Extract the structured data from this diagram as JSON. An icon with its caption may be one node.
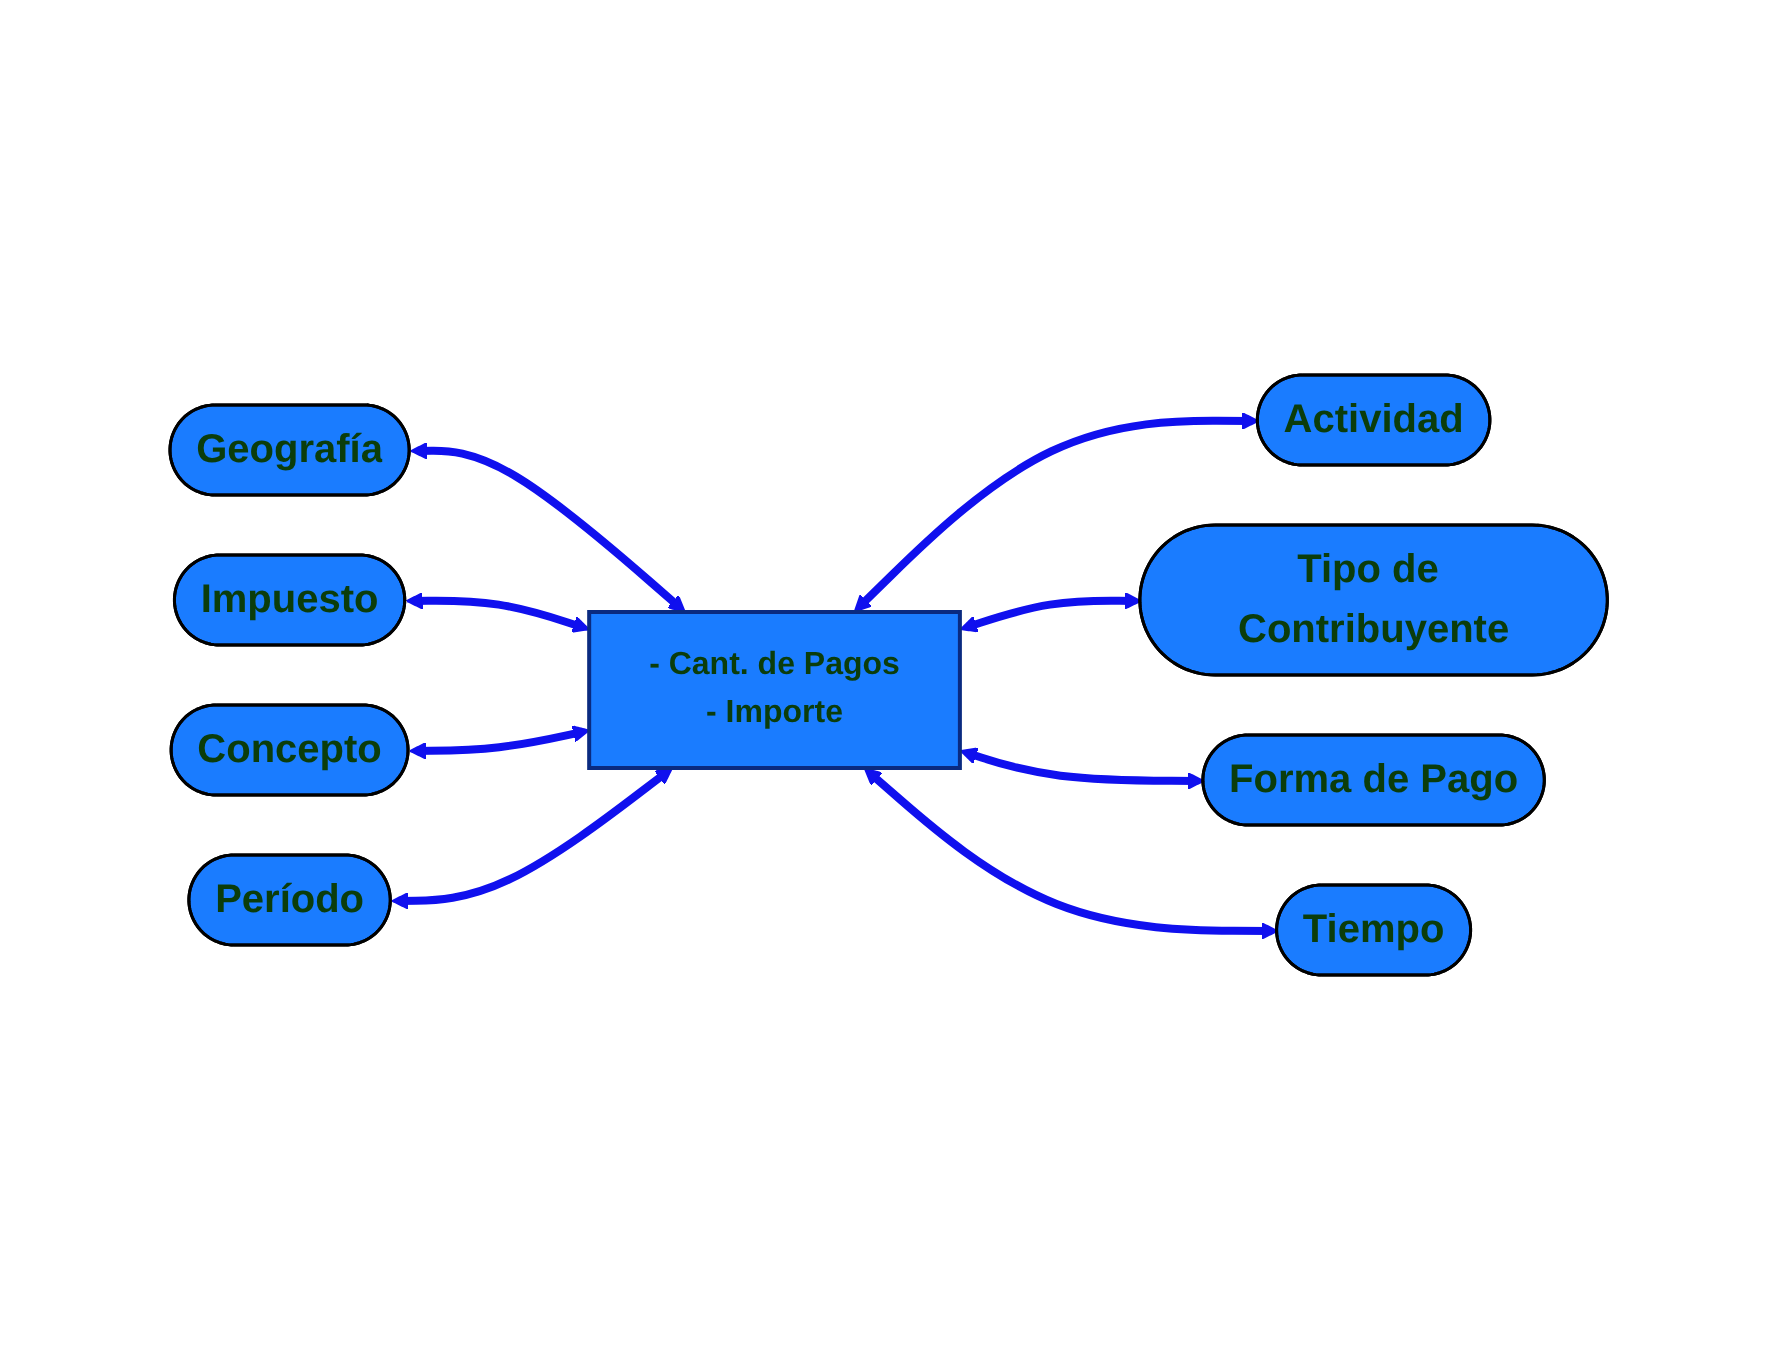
{
  "diagram": {
    "nodes": [
      {
        "text": [
          "- Cant. de Pagos",
          "- Importe"
        ]
      },
      {
        "text": [
          "Geografía"
        ]
      },
      {
        "text": [
          "Actividad"
        ]
      },
      {
        "text": [
          "Impuesto"
        ]
      },
      {
        "text": [
          "Tipo de Contribuyente"
        ]
      },
      {
        "text": [
          "Concepto"
        ]
      },
      {
        "text": [
          "Forma de Pago"
        ]
      },
      {
        "text": [
          "Período"
        ]
      },
      {
        "text": [
          "Tiempo"
        ]
      }
    ],
    "edges": [
      {
        "from": 1,
        "to": 0,
        "arrow": "both"
      },
      {
        "from": 0,
        "to": 2,
        "arrow": "both"
      },
      {
        "from": 3,
        "to": 0,
        "arrow": "both"
      },
      {
        "from": 0,
        "to": 4,
        "arrow": "both"
      },
      {
        "from": 5,
        "to": 0,
        "arrow": "both"
      },
      {
        "from": 0,
        "to": 6,
        "arrow": "both"
      },
      {
        "from": 7,
        "to": 0,
        "arrow": "both"
      },
      {
        "from": 0,
        "to": 8,
        "arrow": "both"
      }
    ]
  }
}
